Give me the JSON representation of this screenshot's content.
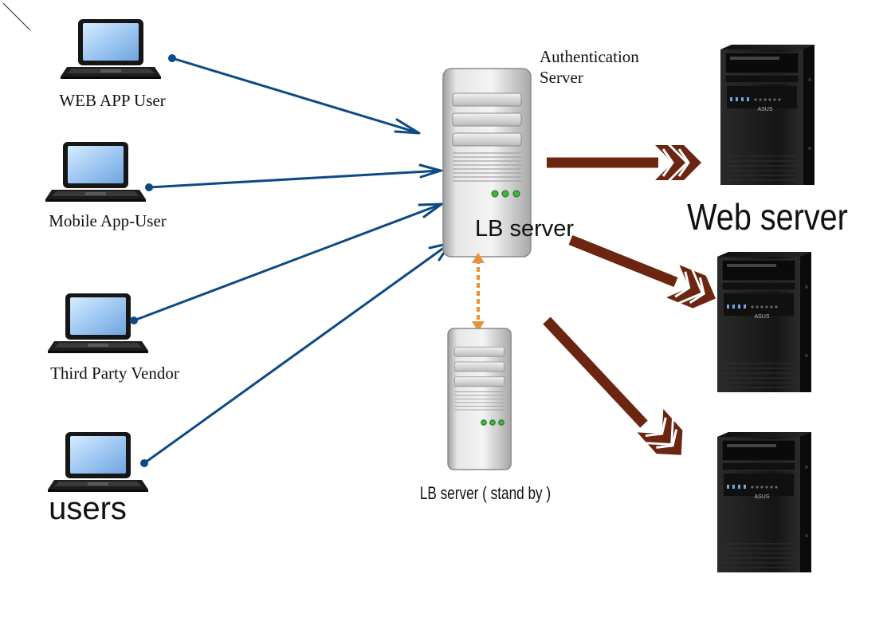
{
  "clients": [
    {
      "label": "WEB APP User"
    },
    {
      "label": "Mobile App-User"
    },
    {
      "label": "Third Party Vendor"
    },
    {
      "label": "users"
    }
  ],
  "lb_primary": {
    "label": "LB server"
  },
  "auth_server": {
    "line1": "Authentication",
    "line2": "Server"
  },
  "lb_standby": {
    "label": "LB server ( stand by )"
  },
  "web_server": {
    "label": "Web server",
    "badge": "ASUS"
  },
  "colors": {
    "client_arrow": "#0d4a85",
    "server_arrow": "#6b2510",
    "failover_link": "#e8913a",
    "status_led": "#3fb53f",
    "tower_body": "#1c1c1c"
  }
}
